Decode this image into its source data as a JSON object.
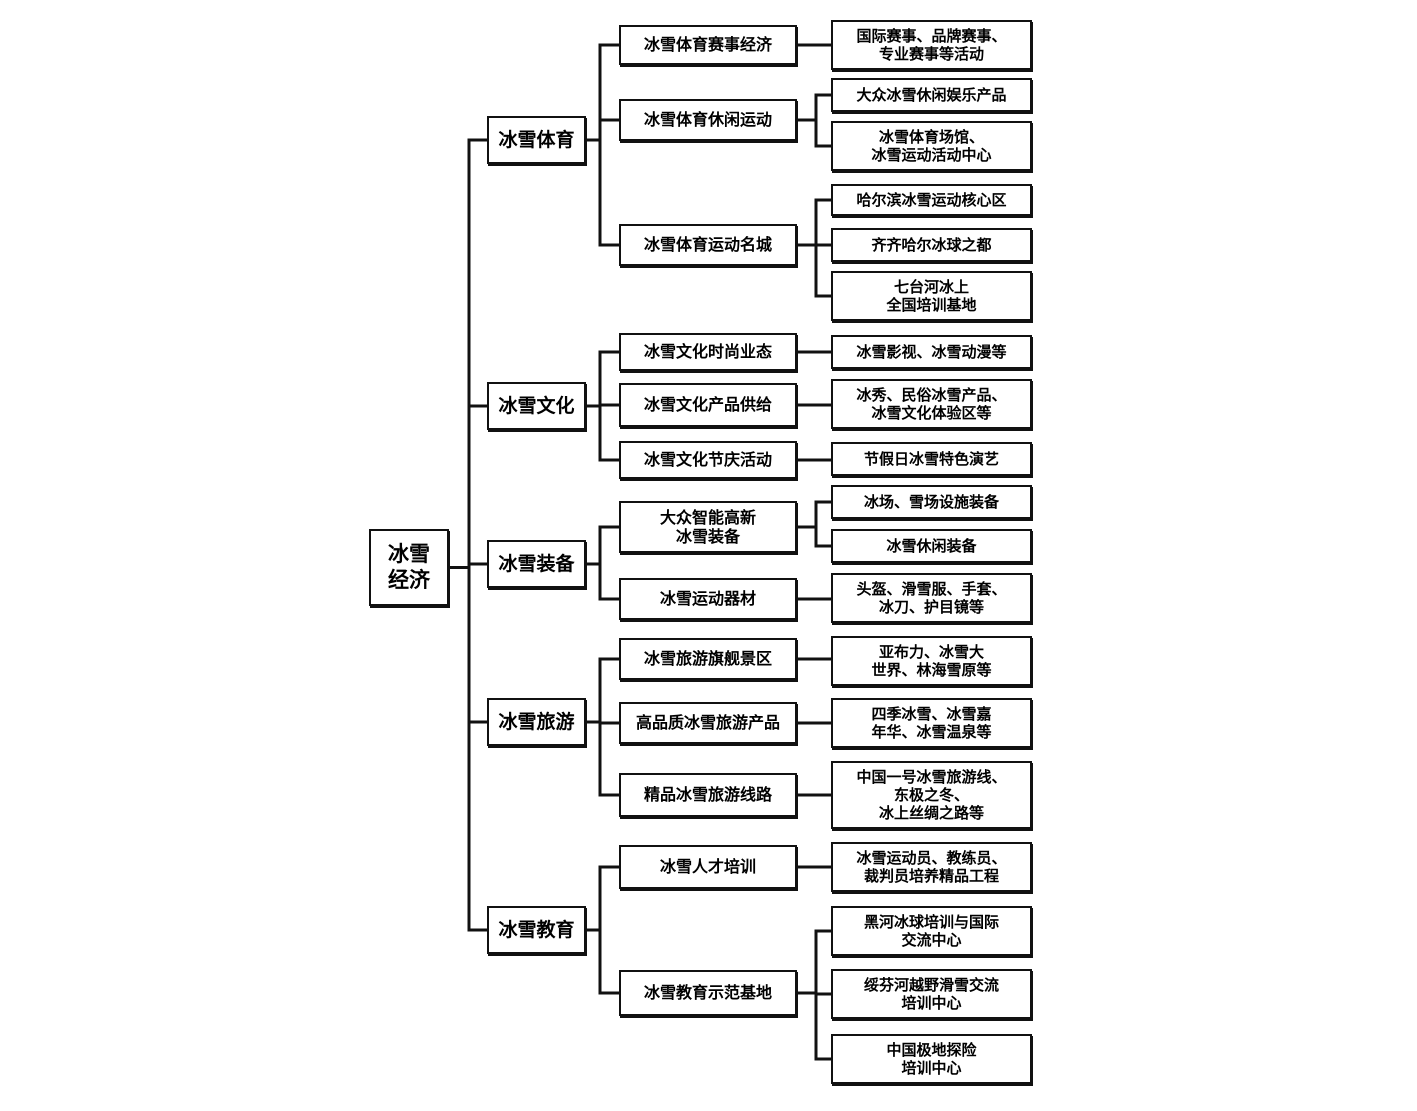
{
  "root": {
    "lines": [
      "冰雪",
      "经济"
    ]
  },
  "categories": [
    {
      "label": "冰雪体育",
      "items": [
        {
          "label": [
            "冰雪体育赛事经济"
          ],
          "details": [
            [
              "国际赛事、品牌赛事、",
              "专业赛事等活动"
            ]
          ]
        },
        {
          "label": [
            "冰雪体育休闲运动"
          ],
          "details": [
            [
              "大众冰雪休闲娱乐产品"
            ],
            [
              "冰雪体育场馆、",
              "冰雪运动活动中心"
            ]
          ]
        },
        {
          "label": [
            "冰雪体育运动名城"
          ],
          "details": [
            [
              "哈尔滨冰雪运动核心区"
            ],
            [
              "齐齐哈尔冰球之都"
            ],
            [
              "七台河冰上",
              "全国培训基地"
            ]
          ]
        }
      ]
    },
    {
      "label": "冰雪文化",
      "items": [
        {
          "label": [
            "冰雪文化时尚业态"
          ],
          "details": [
            [
              "冰雪影视、冰雪动漫等"
            ]
          ]
        },
        {
          "label": [
            "冰雪文化产品供给"
          ],
          "details": [
            [
              "冰秀、民俗冰雪产品、",
              "冰雪文化体验区等"
            ]
          ]
        },
        {
          "label": [
            "冰雪文化节庆活动"
          ],
          "details": [
            [
              "节假日冰雪特色演艺"
            ]
          ]
        }
      ]
    },
    {
      "label": "冰雪装备",
      "items": [
        {
          "label": [
            "大众智能高新",
            "冰雪装备"
          ],
          "details": [
            [
              "冰场、雪场设施装备"
            ],
            [
              "冰雪休闲装备"
            ]
          ]
        },
        {
          "label": [
            "冰雪运动器材"
          ],
          "details": [
            [
              "头盔、滑雪服、手套、",
              "冰刀、护目镜等"
            ]
          ]
        }
      ]
    },
    {
      "label": "冰雪旅游",
      "items": [
        {
          "label": [
            "冰雪旅游旗舰景区"
          ],
          "details": [
            [
              "亚布力、冰雪大",
              "世界、林海雪原等"
            ]
          ]
        },
        {
          "label": [
            "高品质冰雪旅游产品"
          ],
          "details": [
            [
              "四季冰雪、冰雪嘉",
              "年华、冰雪温泉等"
            ]
          ]
        },
        {
          "label": [
            "精品冰雪旅游线路"
          ],
          "details": [
            [
              "中国一号冰雪旅游线、",
              "东极之冬、",
              "冰上丝绸之路等"
            ]
          ]
        }
      ]
    },
    {
      "label": "冰雪教育",
      "items": [
        {
          "label": [
            "冰雪人才培训"
          ],
          "details": [
            [
              "冰雪运动员、教练员、",
              "裁判员培养精品工程"
            ]
          ]
        },
        {
          "label": [
            "冰雪教育示范基地"
          ],
          "details": [
            [
              "黑河冰球培训与国际",
              "交流中心"
            ],
            [
              "绥芬河越野滑雪交流",
              "培训中心"
            ],
            [
              "中国极地探险",
              "培训中心"
            ]
          ]
        }
      ]
    }
  ]
}
